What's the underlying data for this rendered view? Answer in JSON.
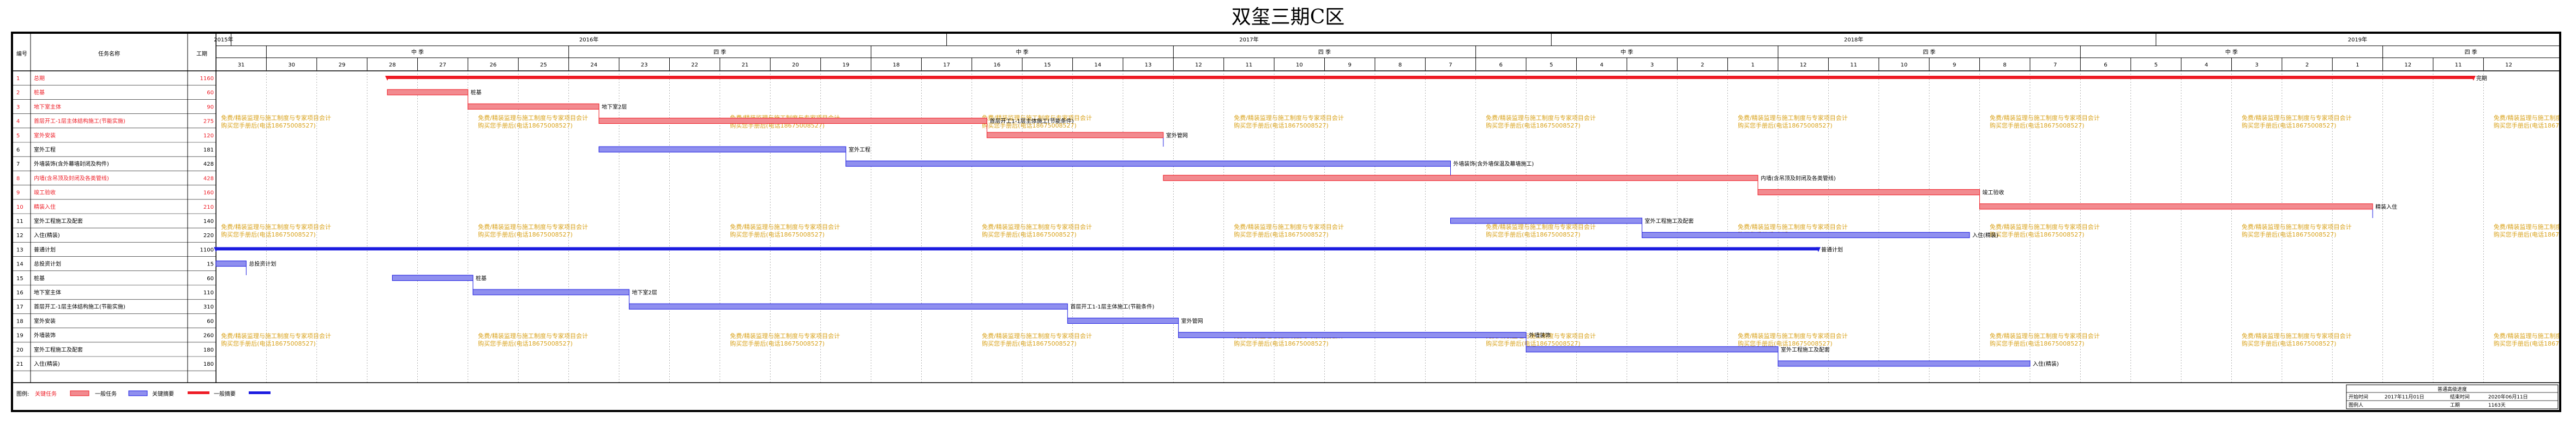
{
  "page_title": "双玺三期C区",
  "table_headers": {
    "no": "编号",
    "name": "任务名称",
    "duration": "工期"
  },
  "timescale": {
    "years": [
      {
        "label": "2015年",
        "d0": 0,
        "d1": 0.3
      },
      {
        "label": "2016年",
        "d0": 0.3,
        "d1": 14.5
      },
      {
        "label": "2017年",
        "d0": 14.5,
        "d1": 26.5
      },
      {
        "label": "2018年",
        "d0": 26.5,
        "d1": 38.5
      },
      {
        "label": "2019年",
        "d0": 38.5,
        "d1": 46.5
      }
    ],
    "halves": [
      {
        "label": "中 季",
        "d0": 1.0,
        "d1": 7.0
      },
      {
        "label": "四 季",
        "d0": 7.0,
        "d1": 13.0
      },
      {
        "label": "中 季",
        "d0": 13.0,
        "d1": 19.0
      },
      {
        "label": "四 季",
        "d0": 19.0,
        "d1": 25.0
      },
      {
        "label": "中 季",
        "d0": 25.0,
        "d1": 31.0
      },
      {
        "label": "四 季",
        "d0": 31.0,
        "d1": 37.0
      },
      {
        "label": "中 季",
        "d0": 37.0,
        "d1": 43.0
      },
      {
        "label": "四 季",
        "d0": 43.0,
        "d1": 46.5
      }
    ],
    "periods": [
      "31",
      "30",
      "29",
      "28",
      "27",
      "26",
      "25",
      "24",
      "23",
      "22",
      "21",
      "20",
      "19",
      "18",
      "17",
      "16",
      "15",
      "14",
      "13",
      "12",
      "11",
      "10",
      "9",
      "8",
      "7",
      "6",
      "5",
      "4",
      "3",
      "2",
      "1",
      "12",
      "11",
      "10",
      "9",
      "8",
      "7",
      "6",
      "5",
      "4",
      "3",
      "2",
      "1",
      "12",
      "11",
      "12"
    ],
    "total_units": 46.5
  },
  "tasks": [
    {
      "id": "1",
      "name": "总期",
      "duration": "1160",
      "critical": true,
      "type": "summary",
      "start": 3.4,
      "end": 44.8,
      "label": "完期"
    },
    {
      "id": "2",
      "name": "桩基",
      "duration": "60",
      "critical": true,
      "type": "task",
      "start": 3.4,
      "end": 5.0,
      "label": "桩基"
    },
    {
      "id": "3",
      "name": "地下室主体",
      "duration": "90",
      "critical": true,
      "type": "task",
      "start": 5.0,
      "end": 7.6,
      "label": "地下室2层"
    },
    {
      "id": "4",
      "name": "首层开工-1层主体结构施工(节能实施)",
      "duration": "275",
      "critical": true,
      "type": "task",
      "start": 7.6,
      "end": 15.3,
      "label": "首层开工1-1层主体施工(节能条件)"
    },
    {
      "id": "5",
      "name": "室外安装",
      "duration": "120",
      "critical": true,
      "type": "task",
      "start": 15.3,
      "end": 18.8,
      "label": "室外管网"
    },
    {
      "id": "6",
      "name": "室外工程",
      "duration": "181",
      "critical": false,
      "type": "task",
      "start": 7.6,
      "end": 12.5,
      "label": "室外工程"
    },
    {
      "id": "7",
      "name": "外墙装饰(含外幕墙封闭及构件)",
      "duration": "428",
      "critical": false,
      "type": "task",
      "start": 12.5,
      "end": 24.5,
      "label": "外墙装饰(含外墙保温及幕墙施工)"
    },
    {
      "id": "8",
      "name": "内墙(含吊顶及封闭及各类管线)",
      "duration": "428",
      "critical": true,
      "type": "task",
      "start": 18.8,
      "end": 30.6,
      "label": "内墙(含吊顶及封闭及各类管线)"
    },
    {
      "id": "9",
      "name": "竣工验收",
      "duration": "160",
      "critical": true,
      "type": "task",
      "start": 30.6,
      "end": 35.0,
      "label": "竣工验收"
    },
    {
      "id": "10",
      "name": "精装入住",
      "duration": "210",
      "critical": true,
      "type": "task",
      "start": 35.0,
      "end": 42.8,
      "label": "精装入住"
    },
    {
      "id": "11",
      "name": "室外工程施工及配套",
      "duration": "140",
      "critical": false,
      "type": "task",
      "start": 24.5,
      "end": 28.3,
      "label": "室外工程施工及配套"
    },
    {
      "id": "12",
      "name": "入住(精装)",
      "duration": "220",
      "critical": false,
      "type": "task",
      "start": 28.3,
      "end": 34.8,
      "label": "入住(精装)"
    },
    {
      "id": "13",
      "name": "普通计划",
      "duration": "1100",
      "critical": false,
      "type": "summary",
      "start": 0.0,
      "end": 31.8,
      "label": "普通计划"
    },
    {
      "id": "14",
      "name": "总投资计划",
      "duration": "15",
      "critical": false,
      "type": "task",
      "start": 0.0,
      "end": 0.6,
      "label": "总投资计划"
    },
    {
      "id": "15",
      "name": "桩基",
      "duration": "60",
      "critical": false,
      "type": "task",
      "start": 3.5,
      "end": 5.1,
      "label": "桩基"
    },
    {
      "id": "16",
      "name": "地下室主体",
      "duration": "110",
      "critical": false,
      "type": "task",
      "start": 5.1,
      "end": 8.2,
      "label": "地下室2层"
    },
    {
      "id": "17",
      "name": "首层开工-1层主体结构施工(节能实施)",
      "duration": "310",
      "critical": false,
      "type": "task",
      "start": 8.2,
      "end": 16.9,
      "label": "首层开工1-1层主体施工(节能条件)"
    },
    {
      "id": "18",
      "name": "室外安装",
      "duration": "60",
      "critical": false,
      "type": "task",
      "start": 16.9,
      "end": 19.1,
      "label": "室外管网"
    },
    {
      "id": "19",
      "name": "外墙装饰",
      "duration": "260",
      "critical": false,
      "type": "task",
      "start": 19.1,
      "end": 26.0,
      "label": "外墙装饰"
    },
    {
      "id": "20",
      "name": "室外工程施工及配套",
      "duration": "180",
      "critical": false,
      "type": "task",
      "start": 26.0,
      "end": 31.0,
      "label": "室外工程施工及配套"
    },
    {
      "id": "21",
      "name": "入住(精装)",
      "duration": "180",
      "critical": false,
      "type": "task",
      "start": 31.0,
      "end": 36.0,
      "label": "入住(精装)"
    }
  ],
  "legend": {
    "label": "图例:",
    "critical_task": "关键任务",
    "normal_task": "一般任务",
    "critical_summary": "关键摘要",
    "normal_summary": "一般摘要"
  },
  "watermark": {
    "line1": "免费/精装监理与施工制度与专家项目会计",
    "line2": "购买您手册后(电话18675008527)"
  },
  "info_box": {
    "title": "普通高级进度",
    "r1_label": "开始时间",
    "r1_val": "2017年11月01日",
    "r2_label": "结束时间",
    "r2_val": "2020年06月11日",
    "r3_label": "图例人",
    "r3_val": "",
    "r4_label": "工期",
    "r4_val": "1163天"
  },
  "colors": {
    "critical": "#ee1c25",
    "critical_fill": "#f28a8f",
    "normal": "#1c1ce0",
    "normal_fill": "#8f8fef",
    "watermark": "#d9a21a",
    "grid": "#9a9a9a"
  }
}
